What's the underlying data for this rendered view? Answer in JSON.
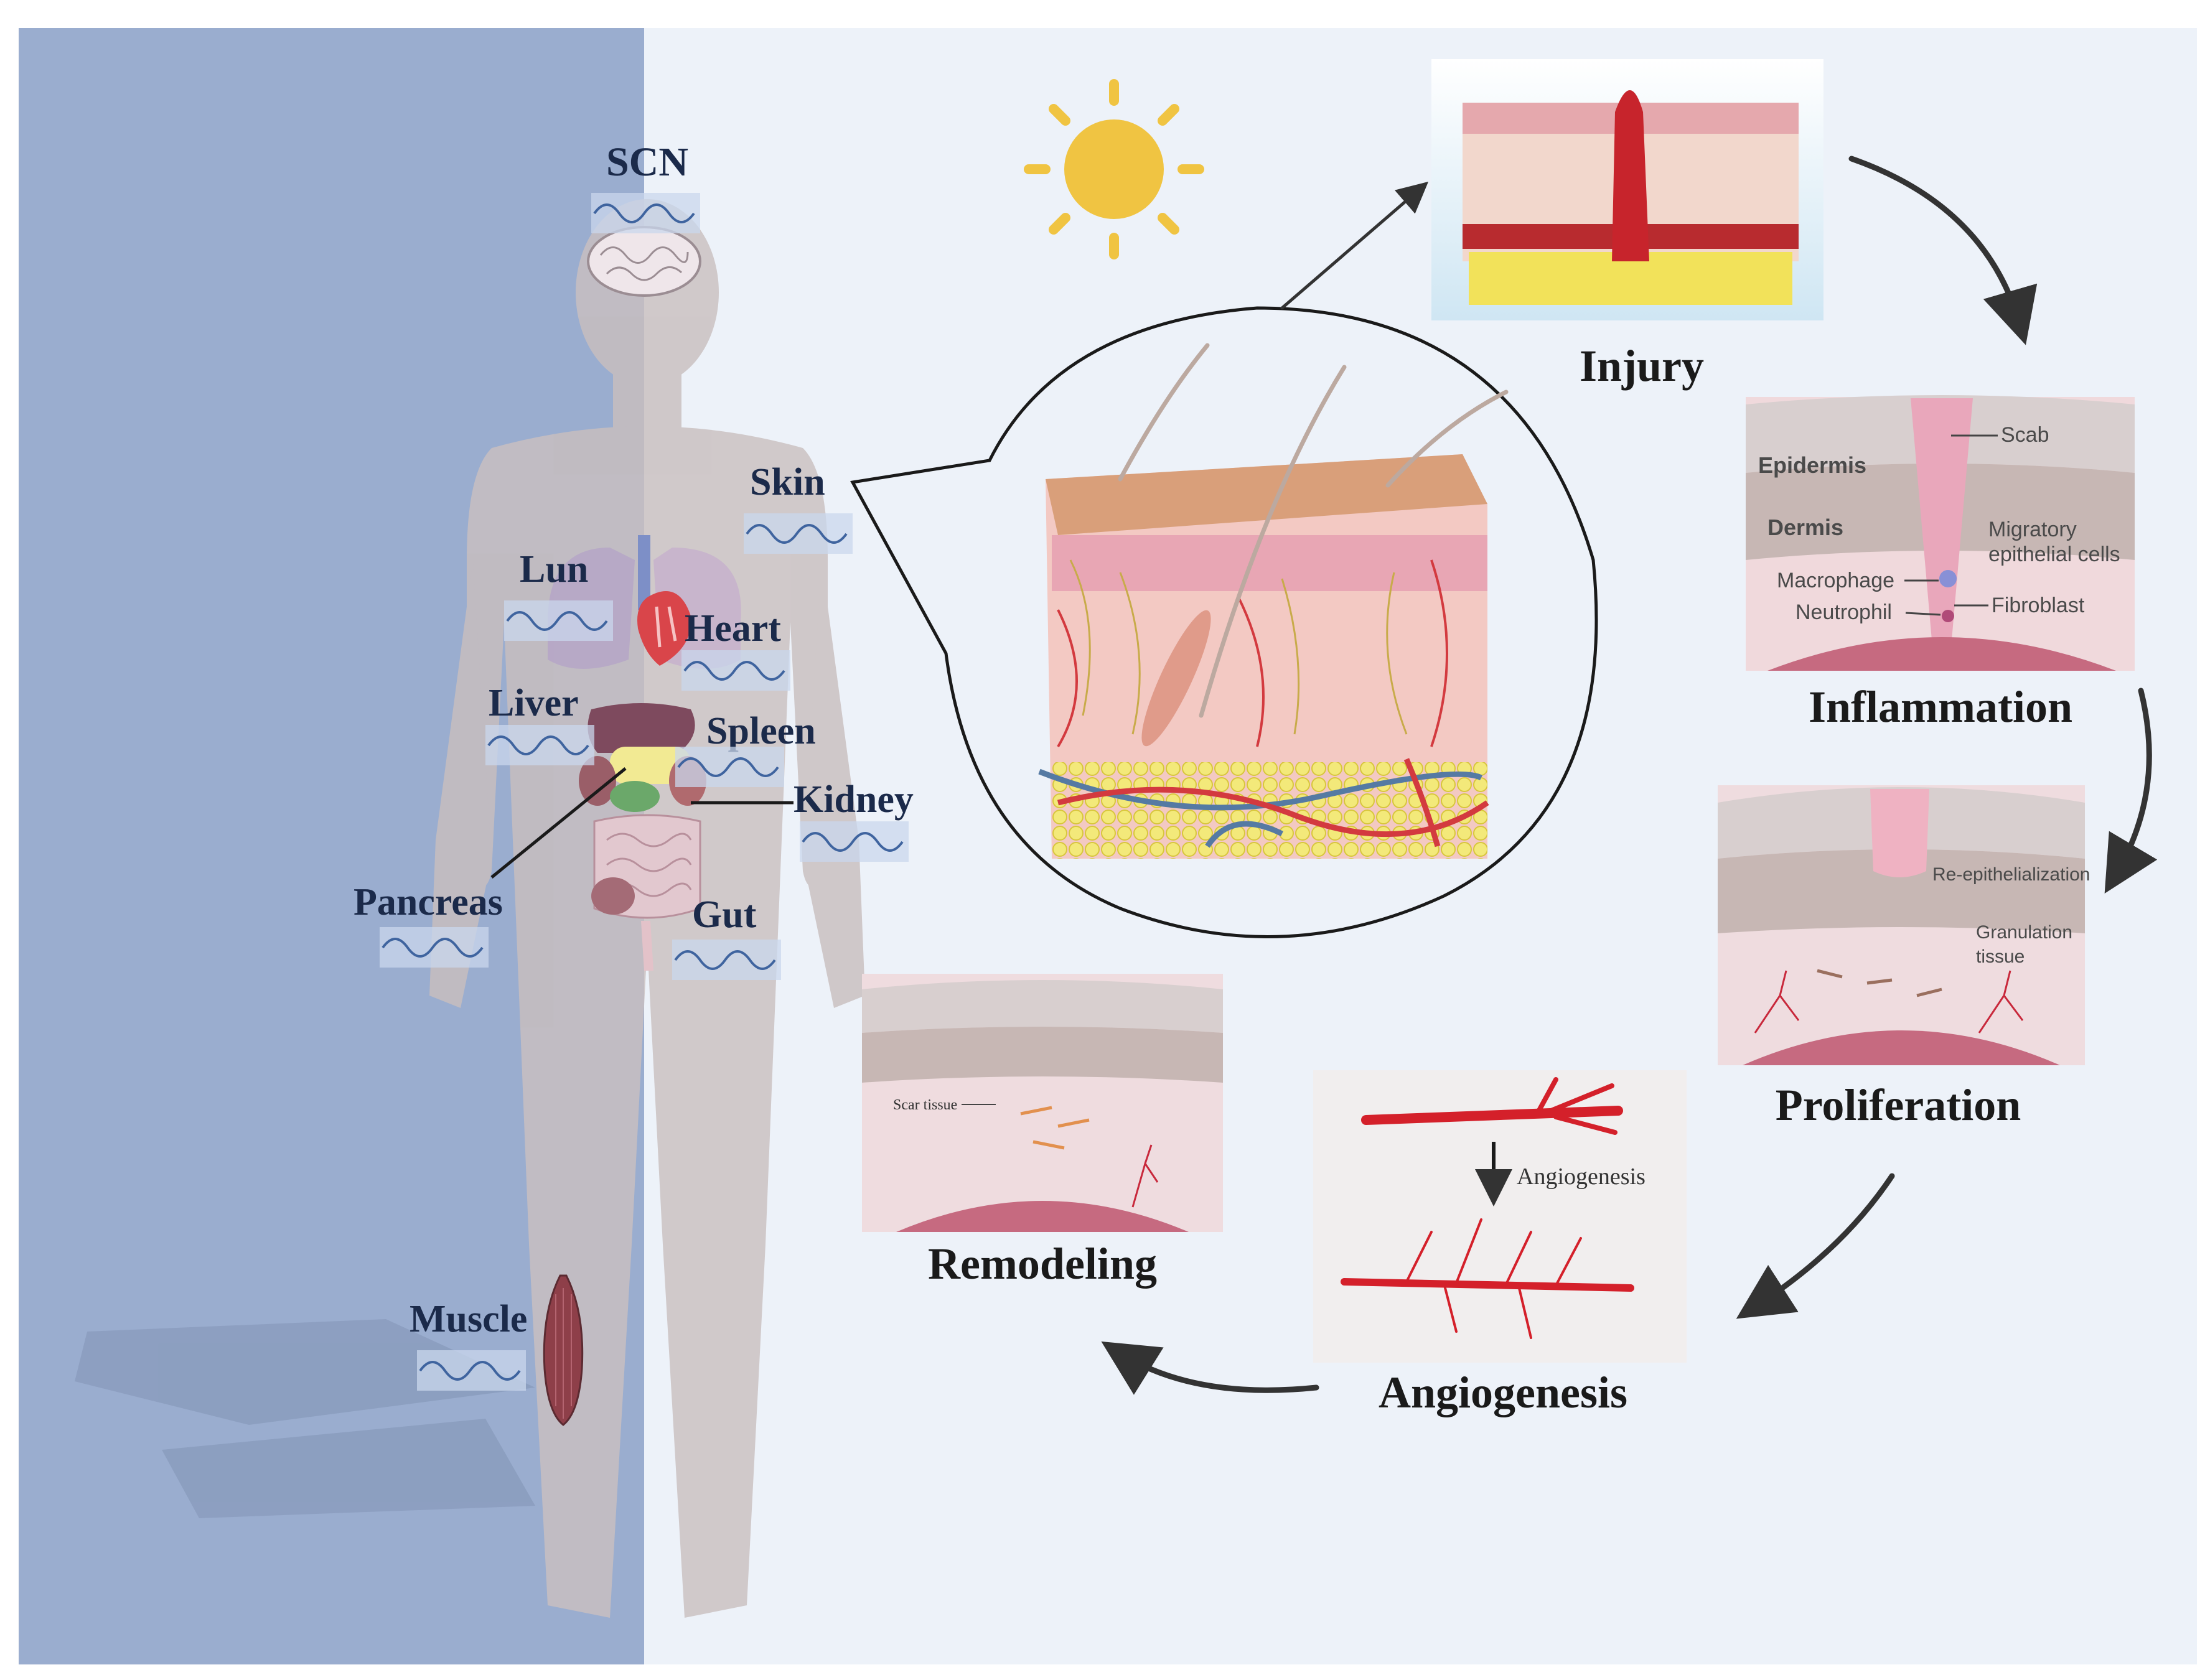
{
  "organs": {
    "scn": "SCN",
    "lung": "Lun",
    "heart": "Heart",
    "liver": "Liver",
    "spleen": "Spleen",
    "kidney": "Kidney",
    "pancreas": "Pancreas",
    "gut": "Gut",
    "skin": "Skin",
    "muscle": "Muscle"
  },
  "stages": {
    "injury": "Injury",
    "inflammation": "Inflammation",
    "proliferation": "Proliferation",
    "angiogenesis": "Angiogenesis",
    "remodeling": "Remodeling"
  },
  "inflammation_panel": {
    "scab": "Scab",
    "epidermis": "Epidermis",
    "dermis": "Dermis",
    "migratory_1": "Migratory",
    "migratory_2": "epithelial cells",
    "macrophage": "Macrophage",
    "fibroblast": "Fibroblast",
    "neutrophil": "Neutrophil"
  },
  "proliferation_panel": {
    "reepi": "Re-epithelialization",
    "granulation_1": "Granulation",
    "granulation_2": "tissue"
  },
  "angiogenesis_panel": {
    "label": "Angiogenesis"
  },
  "remodeling_panel": {
    "scar": "Scar tissue"
  },
  "colors": {
    "night_panel": "#9aadcf",
    "day_panel": "#edf2f9",
    "sun": "#f0c442",
    "body": "#c9bfbf",
    "arrow": "#333333",
    "vessel": "#d4202a"
  }
}
